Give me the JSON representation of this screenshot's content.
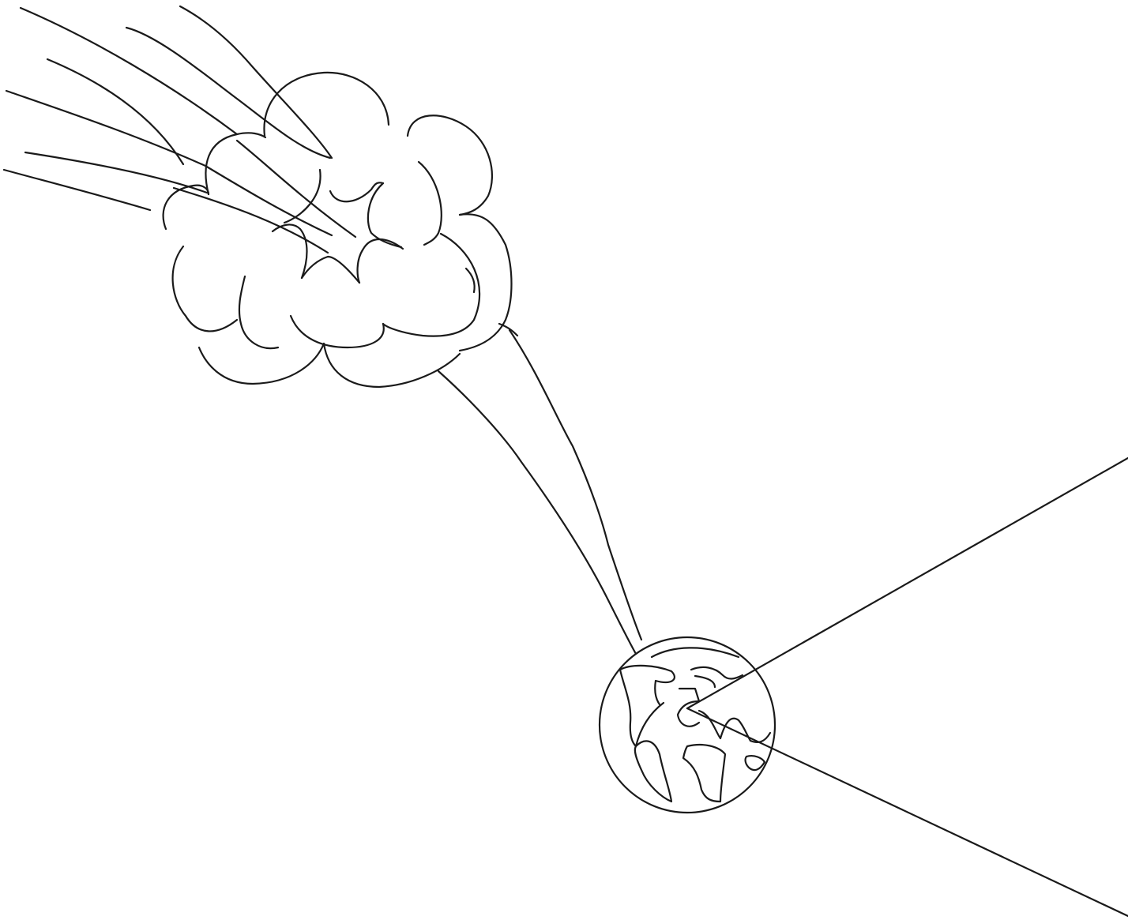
{
  "drawing": {
    "description_free": true,
    "stroke_color": "#1a1a1a",
    "background_color": "#ffffff",
    "elements": {
      "motion_streaks": "motion-lines",
      "cloud": "explosion-cloud",
      "trail": "smoke-trail",
      "globe": "earth-globe",
      "beam": "light-cone"
    }
  }
}
